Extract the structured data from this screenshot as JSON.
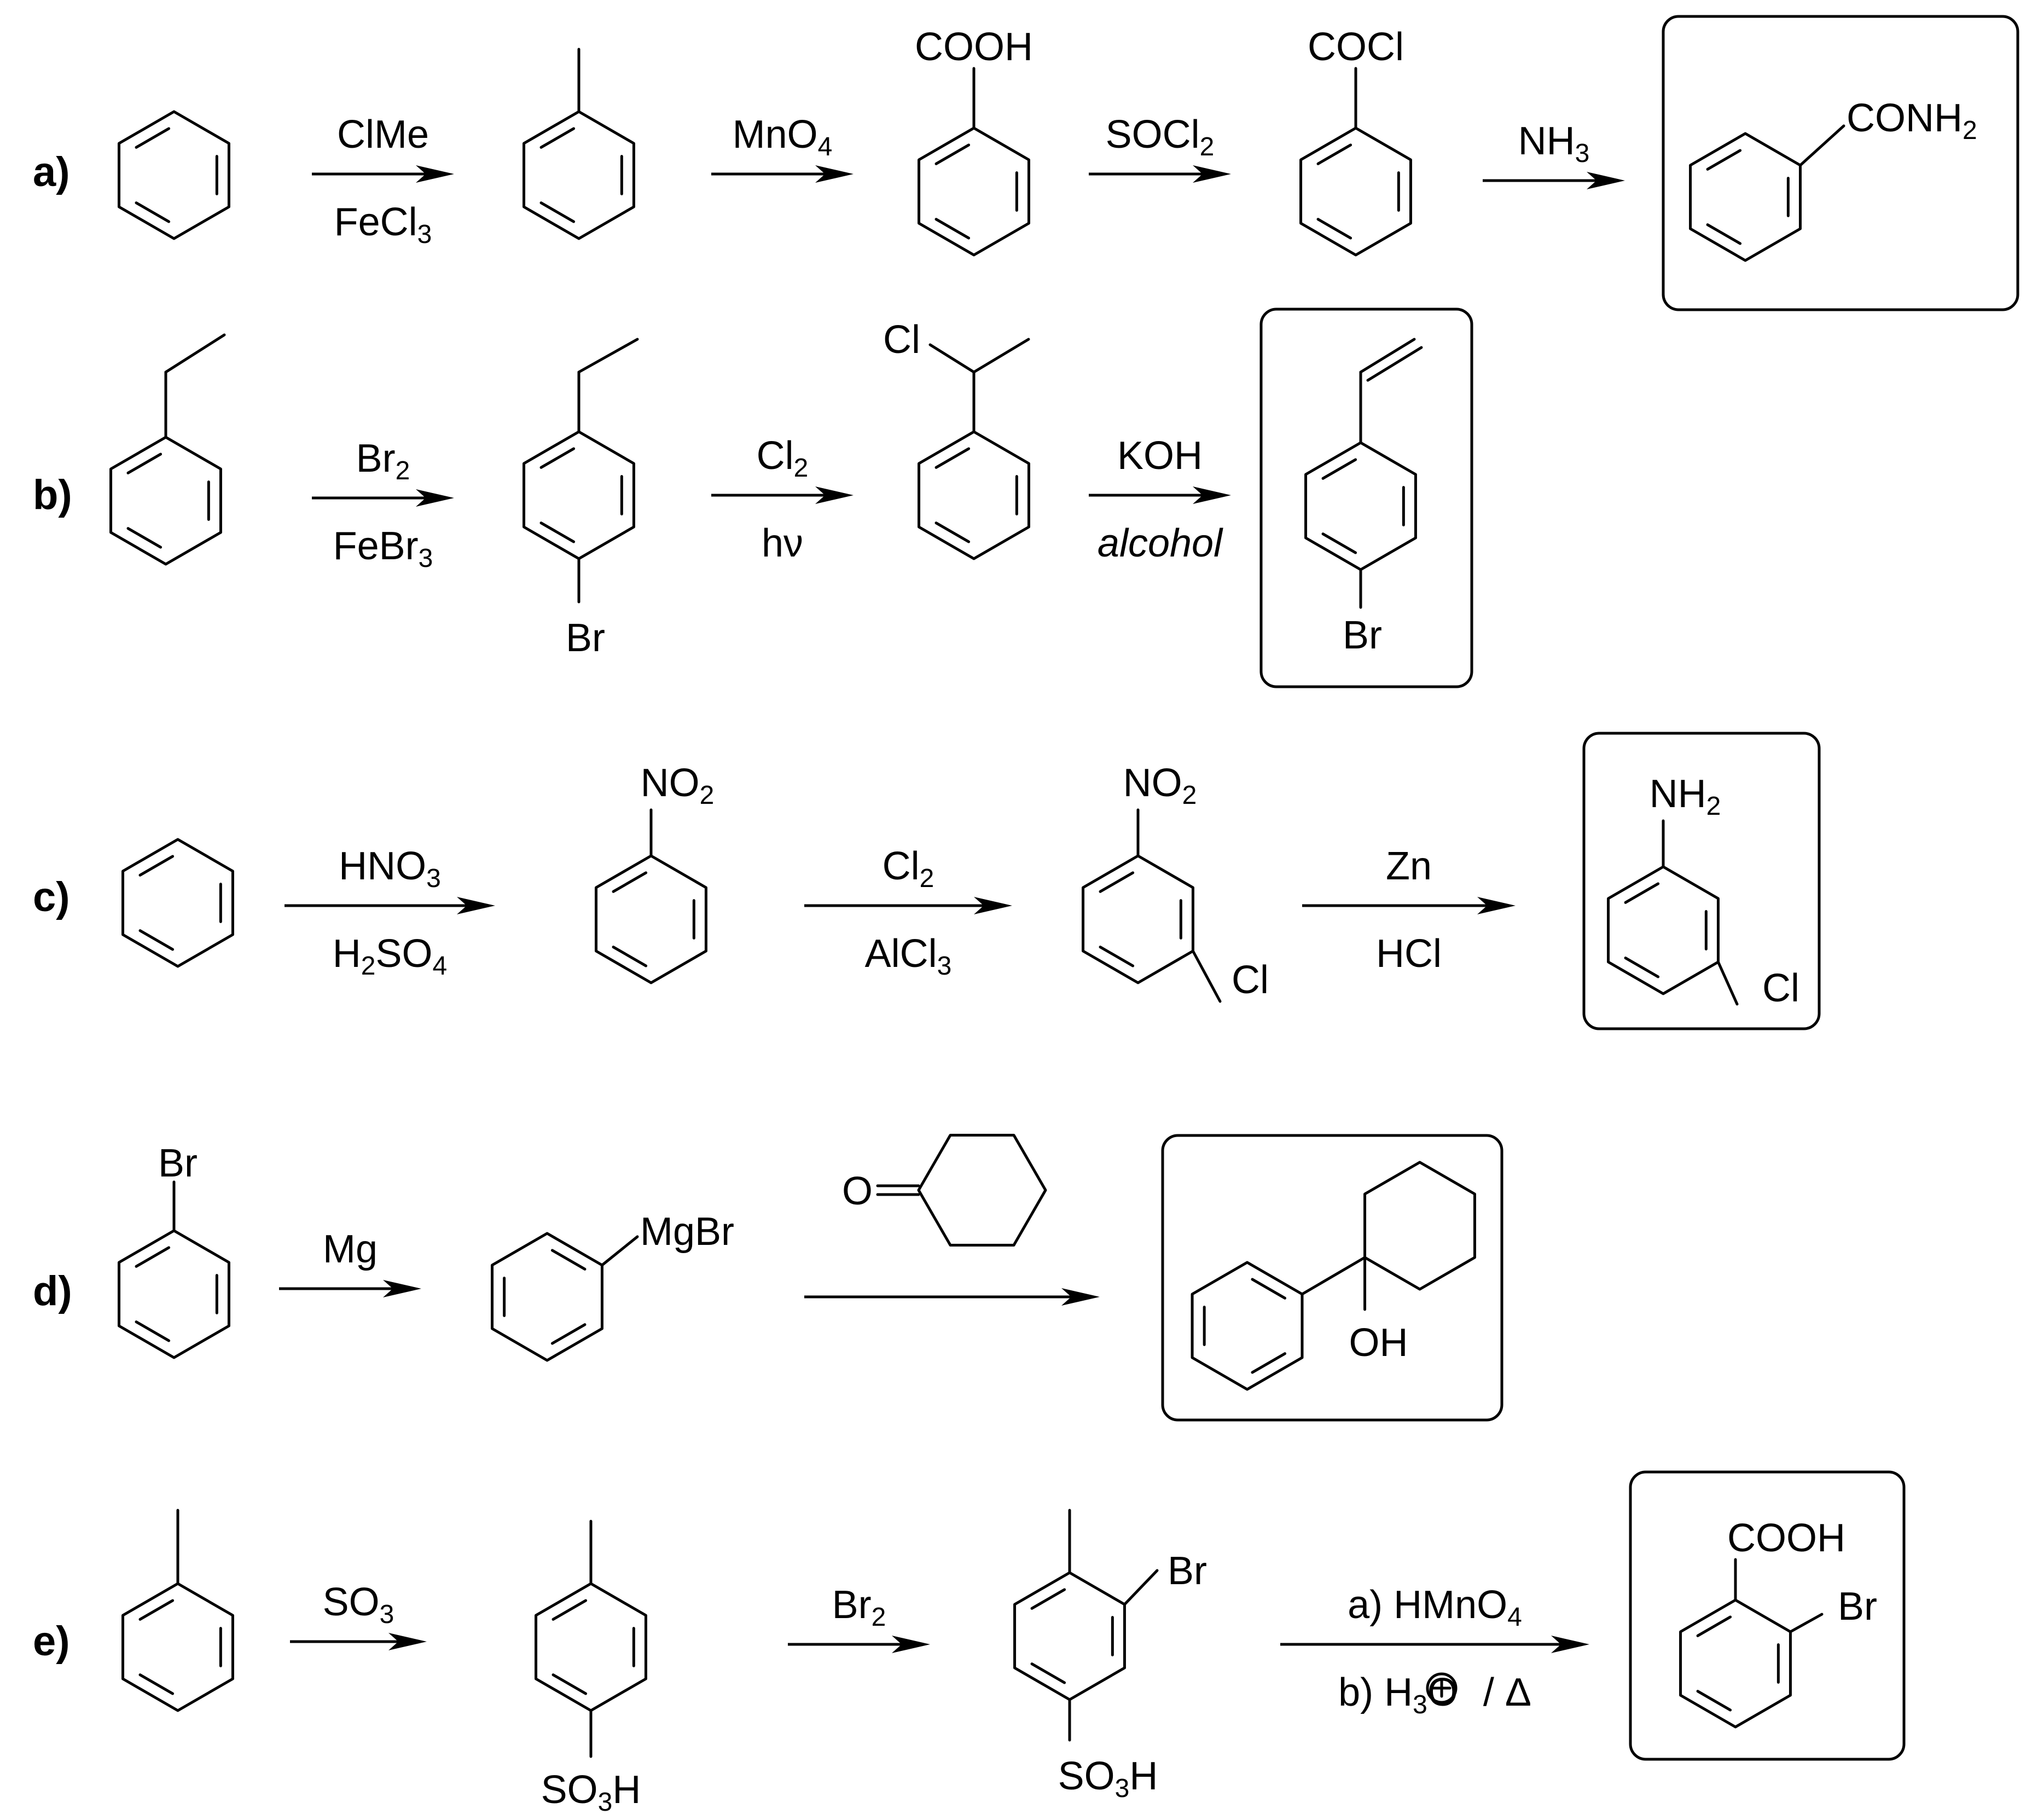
{
  "rows": [
    {
      "id": "a",
      "step": "a)",
      "arrows": [
        {
          "above": [
            {
              "t": "ClMe"
            }
          ],
          "below": [
            {
              "t": "FeCl"
            },
            {
              "t": "3",
              "sub": true
            }
          ]
        },
        {
          "above": [
            {
              "t": "MnO"
            },
            {
              "t": "4",
              "sub": true
            }
          ],
          "below": []
        },
        {
          "above": [
            {
              "t": "SOCl"
            },
            {
              "t": "2",
              "sub": true
            }
          ],
          "below": []
        },
        {
          "above": [
            {
              "t": "NH"
            },
            {
              "t": "3",
              "sub": true
            }
          ],
          "below": []
        }
      ],
      "labels": [
        [
          {
            "t": "COOH"
          }
        ],
        [
          {
            "t": "COCl"
          }
        ],
        [
          {
            "t": "CONH"
          },
          {
            "t": "2",
            "sub": true
          }
        ]
      ]
    },
    {
      "id": "b",
      "step": "b)",
      "arrows": [
        {
          "above": [
            {
              "t": "Br"
            },
            {
              "t": "2",
              "sub": true
            }
          ],
          "below": [
            {
              "t": "FeBr"
            },
            {
              "t": "3",
              "sub": true
            }
          ]
        },
        {
          "above": [
            {
              "t": "Cl"
            },
            {
              "t": "2",
              "sub": true
            }
          ],
          "below": [
            {
              "t": "hν"
            }
          ]
        },
        {
          "above": [
            {
              "t": "KOH"
            }
          ],
          "below": [
            {
              "t": "alcohol",
              "italic": true
            }
          ]
        }
      ],
      "labels": [
        [
          {
            "t": "Br"
          }
        ],
        [
          {
            "t": "Cl"
          }
        ],
        [
          {
            "t": "Br"
          }
        ]
      ]
    },
    {
      "id": "c",
      "step": "c)",
      "arrows": [
        {
          "above": [
            {
              "t": "HNO"
            },
            {
              "t": "3",
              "sub": true
            }
          ],
          "below": [
            {
              "t": "H"
            },
            {
              "t": "2",
              "sub": true
            },
            {
              "t": "SO"
            },
            {
              "t": "4",
              "sub": true
            }
          ]
        },
        {
          "above": [
            {
              "t": "Cl"
            },
            {
              "t": "2",
              "sub": true
            }
          ],
          "below": [
            {
              "t": "AlCl"
            },
            {
              "t": "3",
              "sub": true
            }
          ]
        },
        {
          "above": [
            {
              "t": "Zn"
            }
          ],
          "below": [
            {
              "t": "HCl"
            }
          ]
        }
      ],
      "labels": [
        [
          {
            "t": "NO"
          },
          {
            "t": "2",
            "sub": true
          }
        ],
        [
          {
            "t": "NO"
          },
          {
            "t": "2",
            "sub": true
          }
        ],
        [
          {
            "t": "Cl"
          }
        ],
        [
          {
            "t": "NH"
          },
          {
            "t": "2",
            "sub": true
          }
        ],
        [
          {
            "t": "Cl"
          }
        ]
      ]
    },
    {
      "id": "d",
      "step": "d)",
      "arrows": [
        {
          "above": [
            {
              "t": "Mg"
            }
          ],
          "below": []
        },
        {
          "above": [],
          "below": []
        }
      ],
      "labels": [
        [
          {
            "t": "Br"
          }
        ],
        [
          {
            "t": "MgBr"
          }
        ],
        [
          {
            "t": "O"
          }
        ],
        [
          {
            "t": "OH"
          }
        ]
      ]
    },
    {
      "id": "e",
      "step": "e)",
      "arrows": [
        {
          "above": [
            {
              "t": "SO"
            },
            {
              "t": "3",
              "sub": true
            }
          ],
          "below": []
        },
        {
          "above": [
            {
              "t": "Br"
            },
            {
              "t": "2",
              "sub": true
            }
          ],
          "below": []
        },
        {
          "above": [
            {
              "t": "a) HMnO"
            },
            {
              "t": "4",
              "sub": true
            }
          ],
          "below": [
            {
              "t": "b) H"
            },
            {
              "t": "3",
              "sub": true
            },
            {
              "t": "O"
            },
            {
              "t": "/ Δ",
              "sup_gap": true
            }
          ]
        }
      ],
      "labels": [
        [
          {
            "t": "SO"
          },
          {
            "t": "3",
            "sub": true
          },
          {
            "t": "H"
          }
        ],
        [
          {
            "t": "Br"
          }
        ],
        [
          {
            "t": "SO"
          },
          {
            "t": "3",
            "sub": true
          },
          {
            "t": "H"
          }
        ],
        [
          {
            "t": "COOH"
          }
        ],
        [
          {
            "t": "Br"
          }
        ]
      ]
    }
  ]
}
